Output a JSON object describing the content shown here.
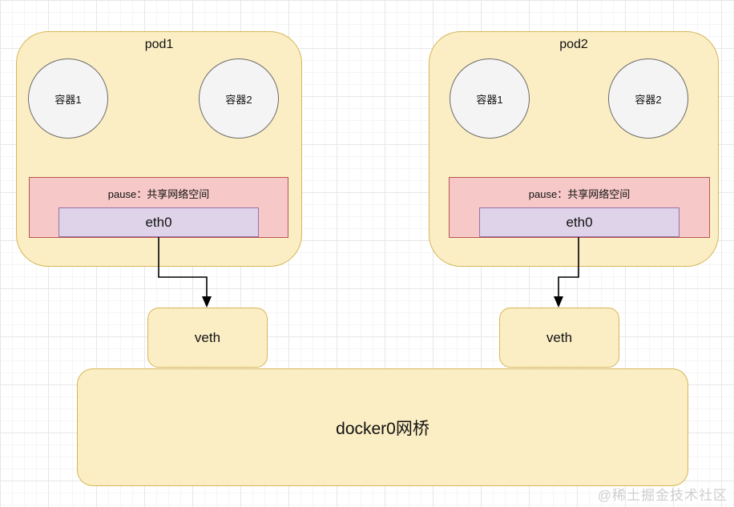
{
  "diagram": {
    "pods": [
      {
        "title": "pod1",
        "container1": "容器1",
        "container2": "容器2",
        "pause_label": "pause：共享网络空间",
        "eth_label": "eth0"
      },
      {
        "title": "pod2",
        "container1": "容器1",
        "container2": "容器2",
        "pause_label": "pause：共享网络空间",
        "eth_label": "eth0"
      }
    ],
    "veth": [
      {
        "label": "veth"
      },
      {
        "label": "veth"
      }
    ],
    "bridge": {
      "label": "docker0网桥"
    },
    "watermark": "@稀土掘金技术社区",
    "colors": {
      "pod_fill": "#FBEEC4",
      "pod_border": "#D6B656",
      "pause_fill": "#F6C9C8",
      "pause_border": "#B85450",
      "eth_fill": "#DED3E8",
      "eth_border": "#9673A6",
      "container_fill": "#F4F4F4",
      "container_border": "#6B6B6B",
      "arrow": "#000000",
      "watermark_text": "#CFCFCF"
    }
  }
}
